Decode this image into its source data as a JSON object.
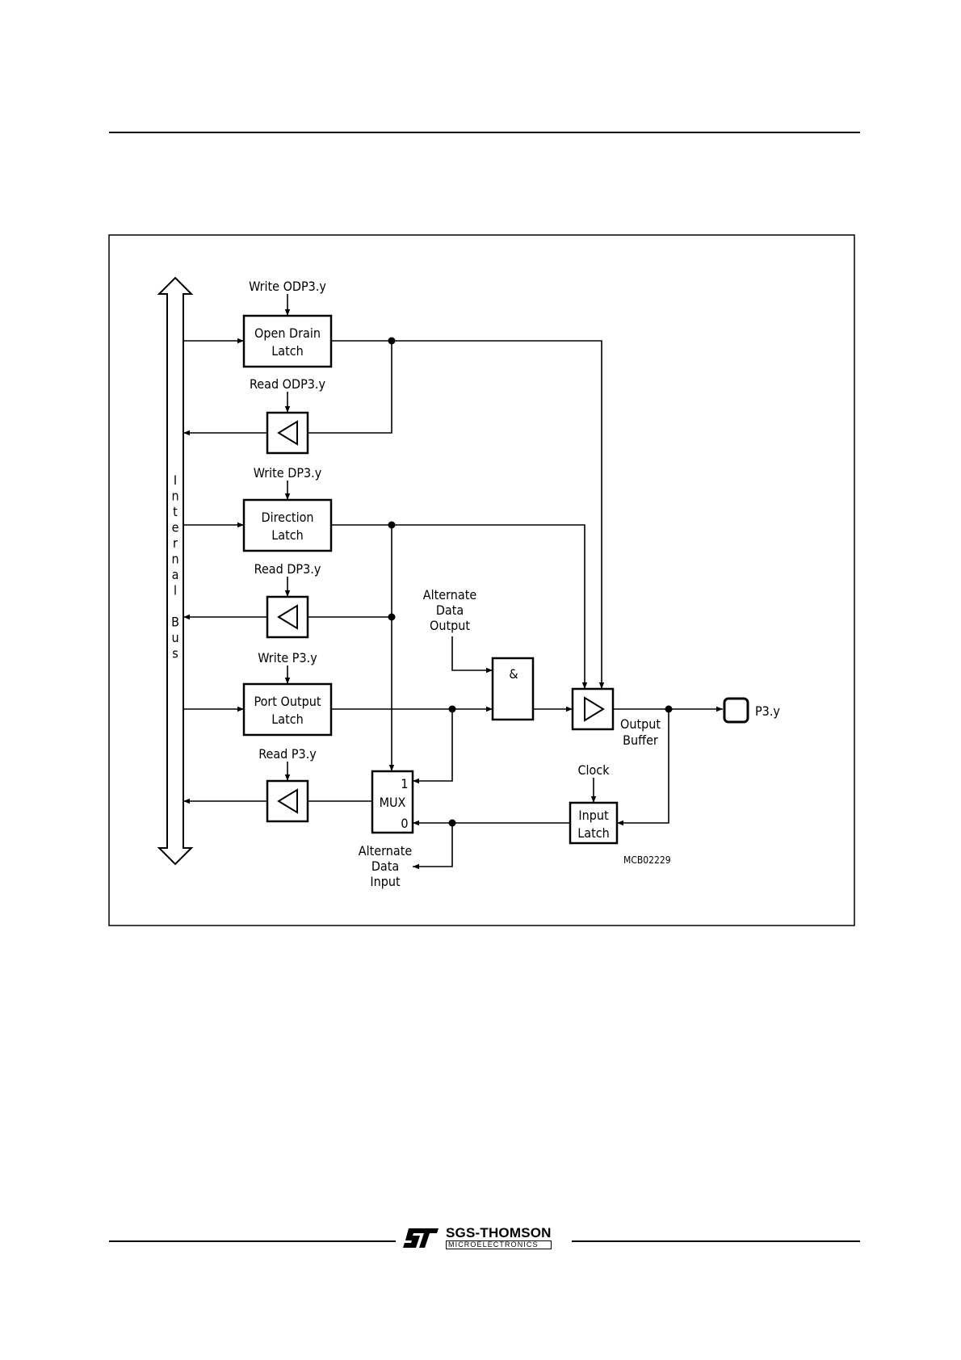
{
  "diagram": {
    "bus_label": "Internal Bus",
    "blocks": {
      "open_drain_latch": [
        "Open Drain",
        "Latch"
      ],
      "direction_latch": [
        "Direction",
        "Latch"
      ],
      "port_output_latch": [
        "Port Output",
        "Latch"
      ],
      "and_gate": "&",
      "mux": "MUX",
      "mux_in1": "1",
      "mux_in0": "0",
      "input_latch": [
        "Input",
        "Latch"
      ],
      "output_buffer": [
        "Output",
        "Buffer"
      ]
    },
    "signals": {
      "write_odp": "Write ODP3.y",
      "read_odp": "Read ODP3.y",
      "write_dp": "Write DP3.y",
      "read_dp": "Read DP3.y",
      "write_p": "Write P3.y",
      "read_p": "Read P3.y",
      "alt_out": [
        "Alternate",
        "Data",
        "Output"
      ],
      "alt_in": [
        "Alternate",
        "Data",
        "Input"
      ],
      "clock": "Clock",
      "pin": "P3.y"
    },
    "code": "MCB02229"
  },
  "footer": {
    "brand": "SGS-THOMSON",
    "sub": "MICROELECTRONICS"
  }
}
